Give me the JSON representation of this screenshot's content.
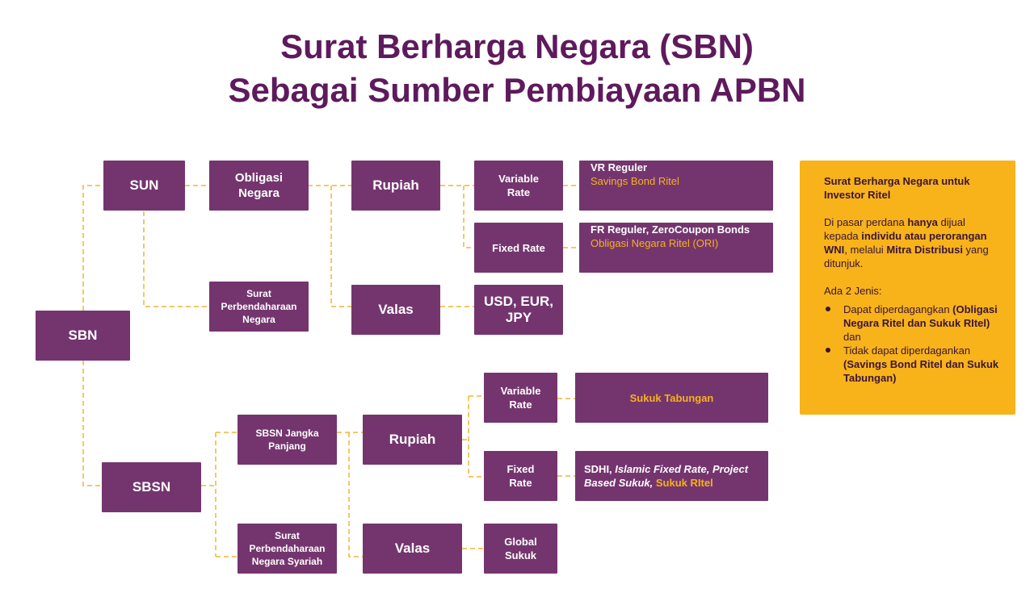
{
  "title": {
    "line1": "Surat Berharga Negara (SBN)",
    "line2": "Sebagai Sumber Pembiayaan APBN"
  },
  "tree": {
    "sbn": "SBN",
    "sun": "SUN",
    "sbsn": "SBSN",
    "obligasi_negara": "Obligasi Negara",
    "spn": "Surat Perbendaharaan Negara",
    "sun_rupiah": "Rupiah",
    "sun_valas": "Valas",
    "sun_variable_rate": "Variable Rate",
    "sun_fixed_rate": "Fixed Rate",
    "sun_currencies": "USD, EUR, JPY",
    "vr_reguler": "VR Reguler",
    "savings_bond_ritel": "Savings Bond Ritel",
    "fr_reguler": "FR Reguler, ZeroCoupon Bonds",
    "ori": "Obligasi Negara Ritel (ORI)",
    "sbsn_jangka_panjang": "SBSN Jangka Panjang",
    "spns": "Surat Perbendaharaan Negara Syariah",
    "sbsn_rupiah": "Rupiah",
    "sbsn_valas": "Valas",
    "sbsn_variable_rate": "Variable Rate",
    "sbsn_fixed_rate": "Fixed Rate",
    "sukuk_tabungan": "Sukuk Tabungan",
    "sdhi": "SDHI,",
    "islamic_fixed_rate": "Islamic Fixed Rate, Project Based Sukuk,",
    "sukuk_ritel": "Sukuk RItel",
    "global_sukuk": "Global Sukuk"
  },
  "panel": {
    "heading": "Surat Berharga Negara untuk Investor Ritel",
    "p1_a": "Di pasar perdana ",
    "p1_b": "hanya",
    "p1_c": " dijual kepada ",
    "p1_d": "individu atau perorangan WNI",
    "p1_e": ", melalui ",
    "p1_f": "Mitra Distribusi",
    "p1_g": " yang ditunjuk.",
    "jenis": "Ada 2 Jenis:",
    "item1_a": "Dapat diperdagangkan ",
    "item1_b": "(Obligasi Negara Ritel dan Sukuk RItel)",
    "item1_c": " dan",
    "item2_a": "Tidak dapat diperdagankan ",
    "item2_b": "(Savings Bond Ritel dan Sukuk Tabungan)"
  },
  "colors": {
    "box": "#74356f",
    "title": "#5e1a5c",
    "accent_yellow": "#f5b21c",
    "panel": "#f7b319",
    "connector": "#f0b634"
  }
}
